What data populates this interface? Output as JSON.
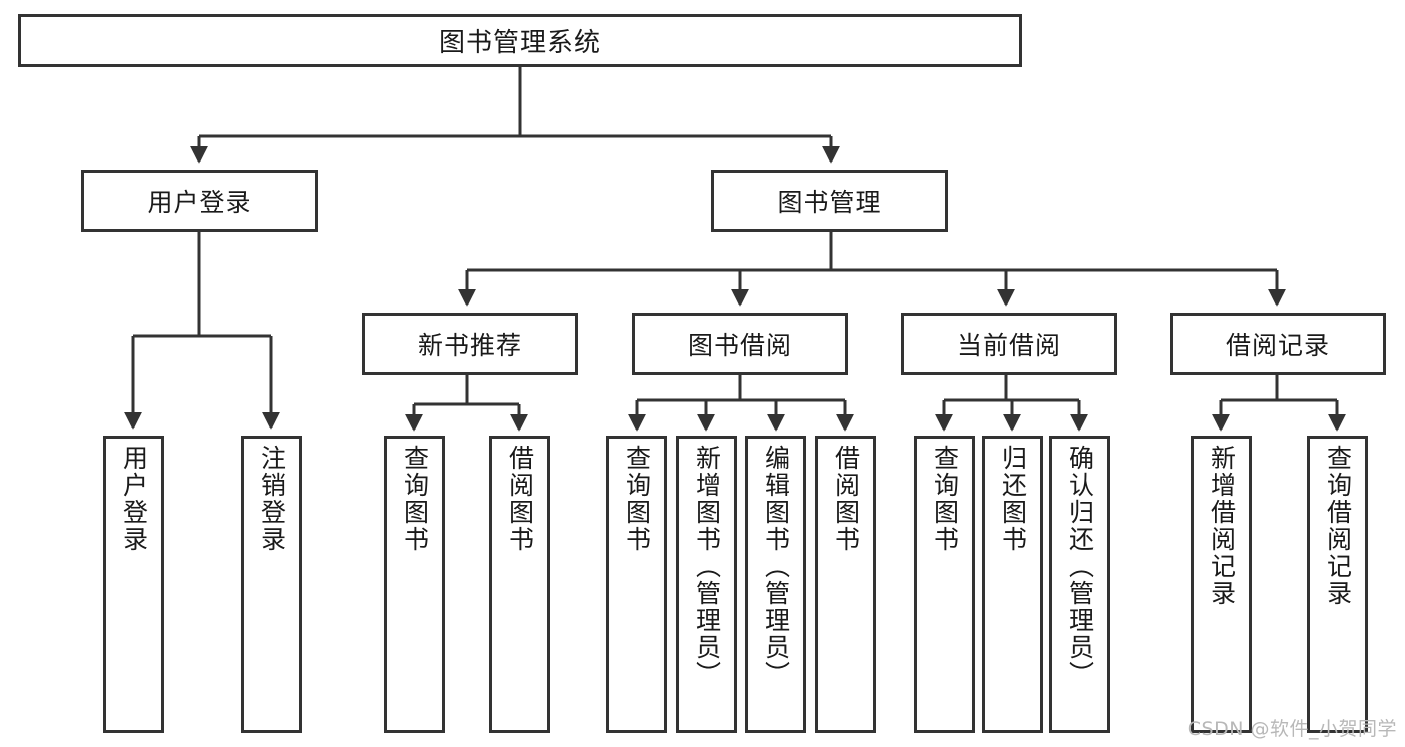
{
  "diagram": {
    "title": "图书管理系统",
    "type": "hierarchy-tree",
    "watermark": "CSDN @软件_小贺同学",
    "colors": {
      "stroke": "#333333",
      "fill": "#ffffff",
      "text": "#1a1a1a",
      "watermark": "#b8b8b8"
    },
    "root": {
      "label": "图书管理系统"
    },
    "level2": [
      {
        "label": "用户登录"
      },
      {
        "label": "图书管理"
      }
    ],
    "level3": [
      {
        "label": "新书推荐"
      },
      {
        "label": "图书借阅"
      },
      {
        "label": "当前借阅"
      },
      {
        "label": "借阅记录"
      }
    ],
    "leaves": {
      "user_login": [
        {
          "label": "用户登录"
        },
        {
          "label": "注销登录"
        }
      ],
      "new_book_recommend": [
        {
          "label": "查询图书"
        },
        {
          "label": "借阅图书"
        }
      ],
      "book_borrow": [
        {
          "label": "查询图书"
        },
        {
          "label": "新增图书（管理员）"
        },
        {
          "label": "编辑图书（管理员）"
        },
        {
          "label": "借阅图书"
        }
      ],
      "current_borrow": [
        {
          "label": "查询图书"
        },
        {
          "label": "归还图书"
        },
        {
          "label": "确认归还（管理员）"
        }
      ],
      "borrow_record": [
        {
          "label": "新增借阅记录"
        },
        {
          "label": "查询借阅记录"
        }
      ]
    }
  }
}
